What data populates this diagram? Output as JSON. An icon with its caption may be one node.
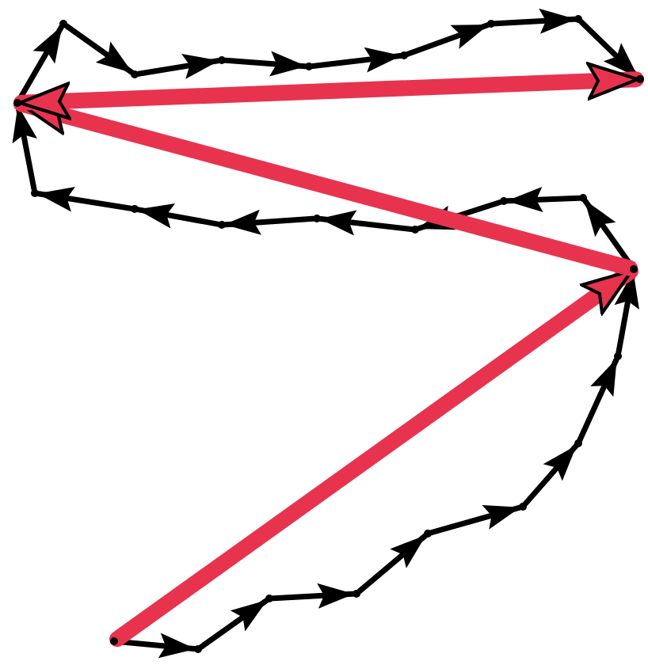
{
  "diagram": {
    "nodes": [
      {
        "text": [],
        "shape": "point"
      },
      {
        "text": [],
        "shape": "point"
      },
      {
        "text": [],
        "shape": "point"
      },
      {
        "text": [],
        "shape": "point"
      },
      {
        "text": [],
        "shape": "point"
      },
      {
        "text": [],
        "shape": "point"
      },
      {
        "text": [],
        "shape": "point"
      },
      {
        "text": [],
        "shape": "point"
      },
      {
        "text": [],
        "shape": "point"
      },
      {
        "text": [],
        "shape": "point"
      },
      {
        "text": [],
        "shape": "point"
      },
      {
        "text": [],
        "shape": "point"
      },
      {
        "text": [],
        "shape": "point"
      },
      {
        "text": [],
        "shape": "point"
      },
      {
        "text": [],
        "shape": "point"
      },
      {
        "text": [],
        "shape": "point"
      },
      {
        "text": [],
        "shape": "point"
      },
      {
        "text": [],
        "shape": "point"
      },
      {
        "text": [],
        "shape": "point"
      },
      {
        "text": [],
        "shape": "point"
      },
      {
        "text": [],
        "shape": "point"
      },
      {
        "text": [],
        "shape": "point"
      },
      {
        "text": [],
        "shape": "point"
      },
      {
        "text": [],
        "shape": "point"
      },
      {
        "text": [],
        "shape": "point"
      }
    ],
    "edges": [
      {
        "from": 0,
        "to": 1,
        "arrow": "to"
      },
      {
        "from": 1,
        "to": 2,
        "arrow": "to"
      },
      {
        "from": 2,
        "to": 3,
        "arrow": "to"
      },
      {
        "from": 3,
        "to": 4,
        "arrow": "to"
      },
      {
        "from": 4,
        "to": 5,
        "arrow": "to"
      },
      {
        "from": 5,
        "to": 6,
        "arrow": "to"
      },
      {
        "from": 6,
        "to": 7,
        "arrow": "to"
      },
      {
        "from": 7,
        "to": 8,
        "arrow": "to"
      },
      {
        "from": 8,
        "to": 9,
        "arrow": "to"
      },
      {
        "from": 9,
        "to": 10,
        "arrow": "to"
      },
      {
        "from": 10,
        "to": 11,
        "arrow": "to"
      },
      {
        "from": 11,
        "to": 12,
        "arrow": "to"
      },
      {
        "from": 12,
        "to": 13,
        "arrow": "to"
      },
      {
        "from": 13,
        "to": 14,
        "arrow": "to"
      },
      {
        "from": 14,
        "to": 15,
        "arrow": "to"
      },
      {
        "from": 15,
        "to": 16,
        "arrow": "to"
      },
      {
        "from": 16,
        "to": 17,
        "arrow": "to"
      },
      {
        "from": 17,
        "to": 18,
        "arrow": "to"
      },
      {
        "from": 18,
        "to": 19,
        "arrow": "to"
      },
      {
        "from": 19,
        "to": 20,
        "arrow": "to"
      },
      {
        "from": 20,
        "to": 21,
        "arrow": "to"
      },
      {
        "from": 21,
        "to": 22,
        "arrow": "to"
      },
      {
        "from": 22,
        "to": 23,
        "arrow": "to"
      },
      {
        "from": 23,
        "to": 24,
        "arrow": "to"
      },
      {
        "from": 0,
        "to": 8,
        "arrow": "to",
        "style": "thick",
        "color": "#e8334f"
      },
      {
        "from": 8,
        "to": 16,
        "arrow": "to",
        "style": "thick",
        "color": "#e8334f"
      },
      {
        "from": 16,
        "to": 24,
        "arrow": "both",
        "style": "thick",
        "color": "#e8334f"
      }
    ]
  }
}
